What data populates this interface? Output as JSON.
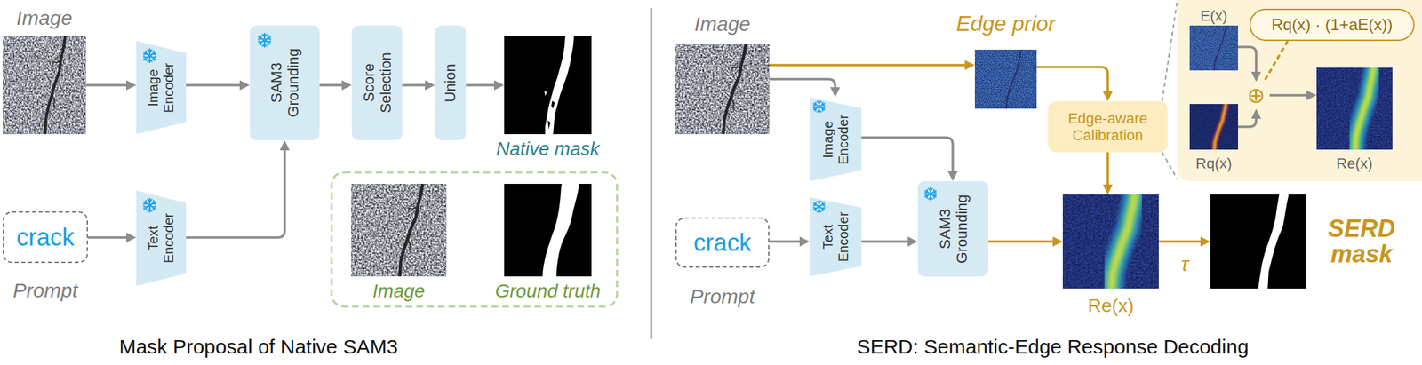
{
  "diagram": {
    "nodes": [
      {
        "text": [
          "Image"
        ]
      },
      {
        "text": [
          "Image Encoder"
        ]
      },
      {
        "text": [
          "SAM3 Grounding"
        ]
      },
      {
        "text": [
          "Score Selection"
        ]
      },
      {
        "text": [
          "Union"
        ]
      },
      {
        "text": [
          "Native mask"
        ]
      },
      {
        "text": [
          "crack",
          "Prompt"
        ]
      },
      {
        "text": [
          "Text Encoder"
        ]
      },
      {
        "text": [
          "Image"
        ]
      },
      {
        "text": [
          "Ground truth"
        ]
      },
      {
        "text": [
          "Image"
        ]
      },
      {
        "text": [
          "Edge prior"
        ]
      },
      {
        "text": [
          "Edge-aware Calibration"
        ]
      },
      {
        "text": [
          "Image Encoder"
        ]
      },
      {
        "text": [
          "crack",
          "Prompt"
        ]
      },
      {
        "text": [
          "Text Encoder"
        ]
      },
      {
        "text": [
          "SAM3 Grounding"
        ]
      },
      {
        "text": [
          "Re(x)"
        ]
      },
      {
        "text": [
          "SERD mask"
        ]
      },
      {
        "text": [
          "E(x)"
        ]
      },
      {
        "text": [
          "Rq(x) · (1+aE(x))"
        ]
      },
      {
        "text": [
          "⊕"
        ]
      },
      {
        "text": [
          "Rq(x)"
        ]
      },
      {
        "text": [
          "Re(x)"
        ]
      }
    ],
    "edges": [
      {
        "from": 0,
        "to": 1,
        "arrow": "to"
      },
      {
        "from": 1,
        "to": 2,
        "arrow": "to"
      },
      {
        "from": 2,
        "to": 3,
        "arrow": "to"
      },
      {
        "from": 3,
        "to": 4,
        "arrow": "to"
      },
      {
        "from": 4,
        "to": 5,
        "arrow": "to"
      },
      {
        "from": 6,
        "to": 7,
        "arrow": "to"
      },
      {
        "from": 7,
        "to": 2,
        "arrow": "to"
      },
      {
        "from": 10,
        "to": 11,
        "arrow": "to"
      },
      {
        "from": 11,
        "to": 12,
        "arrow": "to"
      },
      {
        "from": 12,
        "to": 17,
        "arrow": "to"
      },
      {
        "from": 10,
        "to": 13,
        "arrow": "to"
      },
      {
        "from": 13,
        "to": 16,
        "arrow": "to"
      },
      {
        "from": 14,
        "to": 15,
        "arrow": "to"
      },
      {
        "from": 15,
        "to": 16,
        "arrow": "to"
      },
      {
        "from": 16,
        "to": 17,
        "arrow": "to"
      },
      {
        "from": 17,
        "to": 18,
        "arrow": "to",
        "label": "τ"
      },
      {
        "from": 19,
        "to": 21,
        "arrow": "to"
      },
      {
        "from": 22,
        "to": 21,
        "arrow": "to"
      },
      {
        "from": 21,
        "to": 23,
        "arrow": "to"
      },
      {
        "from": 20,
        "to": 21,
        "arrow": "none"
      }
    ],
    "labels": [
      "Mask Proposal of Native SAM3",
      "SERD: Semantic-Edge Response Decoding"
    ]
  }
}
